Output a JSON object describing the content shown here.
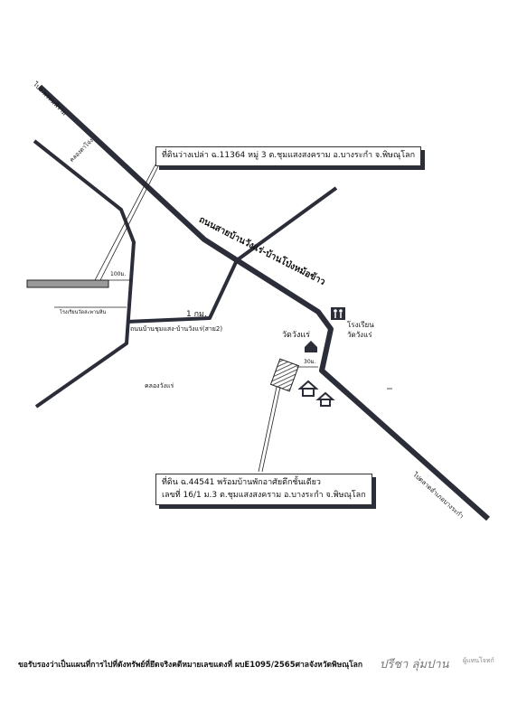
{
  "callouts": {
    "vacant_land": "ที่ดินว่างเปล่า ฉ.11364 หมู่ 3 ต.ชุมแสงสงคราม อ.บางระกำ จ.พิษณุโลก",
    "property_line1": "ที่ดิน ฉ.44541 พร้อมบ้านพักอาศัยตึกชั้นเดียว",
    "property_line2": "เลขที่ 16/1 ม.3 ต.ชุมแสงสงคราม อ.บางระกำ จ.พิษณุโลก"
  },
  "roads": {
    "main_road": "ถนนสายบ้านวังแร่-บ้านโป่งหม้อข้าว",
    "side_road": "ถนนบ้านชุมแสง-บ้านวังแร่(สาย2)",
    "to_phitsanulok": "ไปอ.พรหมพิราม",
    "to_bangrakam": "ไปตลาดอำเภอบางระกำ"
  },
  "places": {
    "temple": "วัดวังแร่",
    "school_line1": "โรงเรียน",
    "school_line2": "วัดวังแร่",
    "small_school": "โรงเรียนวัดสะพานหิน",
    "canal_1": "คลองตาโจ่ง",
    "canal_2": "คลองวังแร่"
  },
  "distances": {
    "d_1km": "1 กม.",
    "d_100m": "100ม.",
    "d_30m": "30ม."
  },
  "footer": {
    "certify": "ขอรับรองว่าเป็นแผนที่การไปที่ดังทรัพย์ที่ยึดจริงคดีหมายเลขแดงที่ ผบE1095/2565ศาลจังหวัดพิษณุโลก",
    "signature": "ปรีชา ลุ่มปาน",
    "signer_role": "ผู้แทนโจทก์"
  },
  "icons": [
    "temple-icon",
    "school-icon",
    "house-icon"
  ],
  "colors": {
    "road": "#2b2d38",
    "canal_fill": "#9a9a9a"
  }
}
